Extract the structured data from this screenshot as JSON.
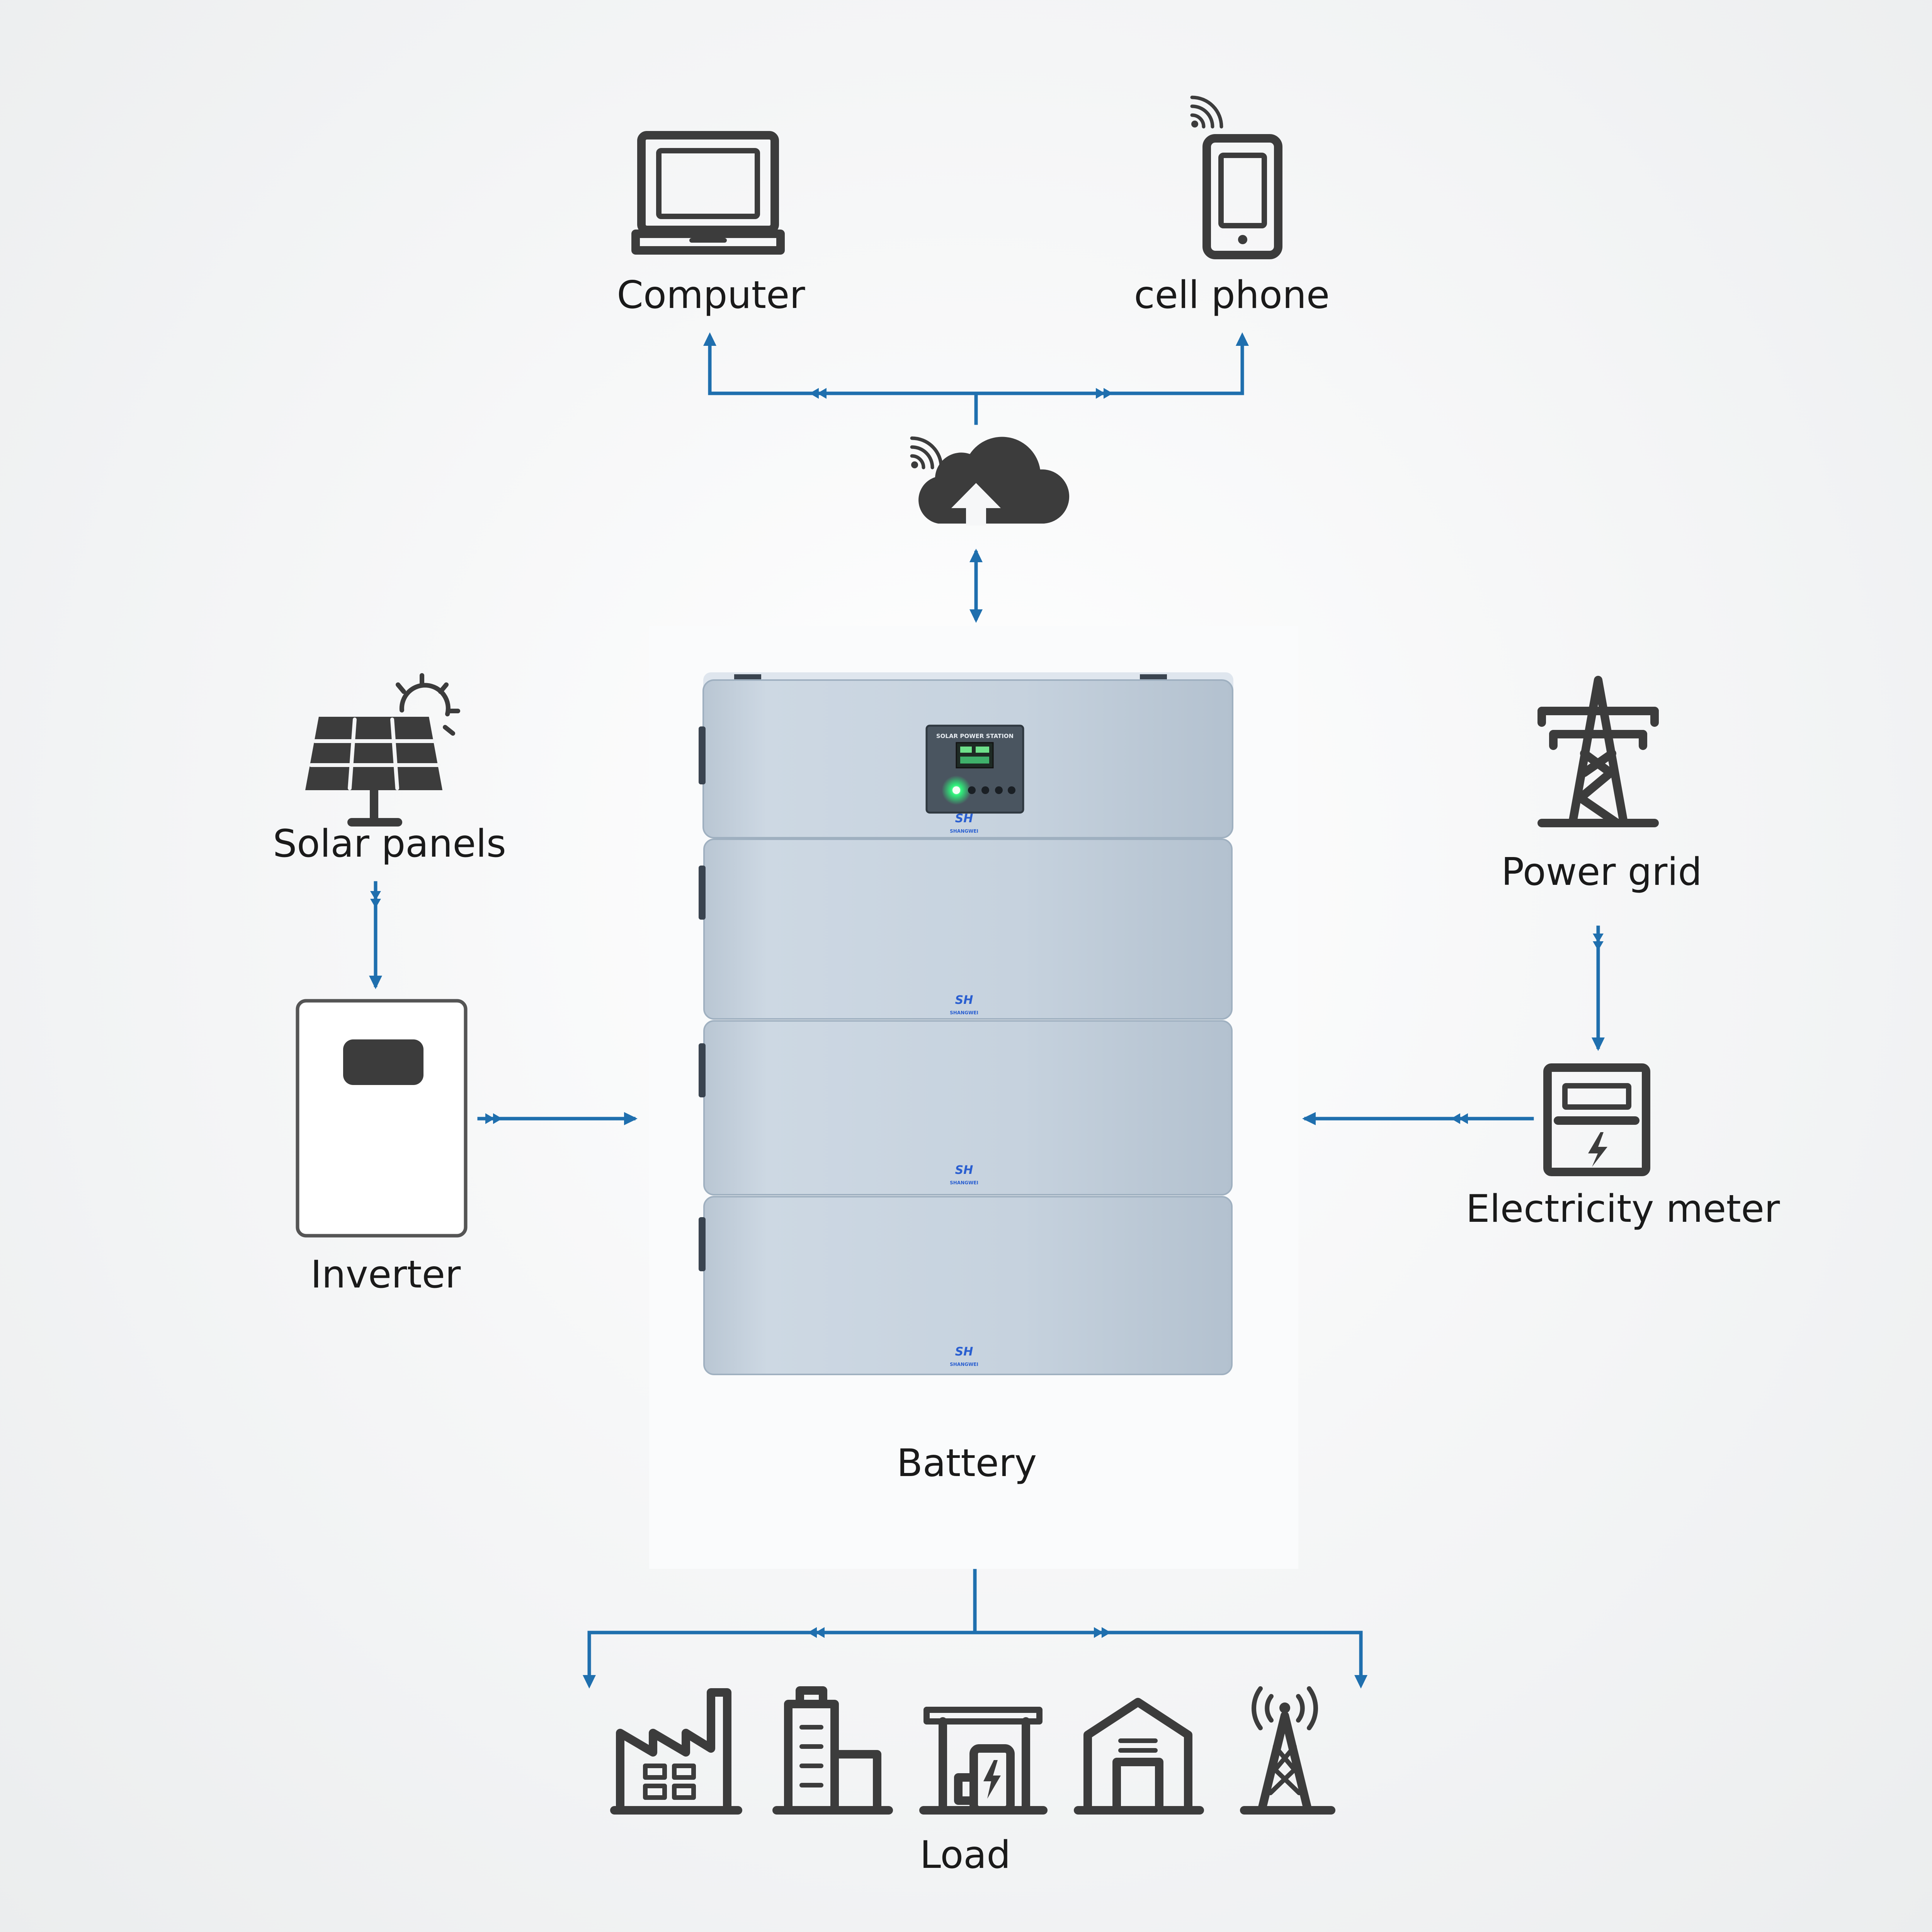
{
  "labels": {
    "computer": "Computer",
    "cell_phone": "cell phone",
    "solar_panels": "Solar panels",
    "inverter": "Inverter",
    "power_grid": "Power grid",
    "electricity_meter": "Electricity meter",
    "battery": "Battery",
    "load": "Load"
  },
  "battery_unit": {
    "panel_title": "SOLAR POWER STATION",
    "brand_mark": "SH",
    "brand_name": "SHANGWEI",
    "status_light": "on"
  },
  "icons": {
    "computer": "laptop-icon",
    "cell_phone": "smartphone-icon",
    "cloud": "cloud-upload-icon",
    "solar_panels": "solar-panel-icon",
    "inverter": "inverter-icon",
    "power_grid": "transmission-tower-icon",
    "electricity_meter": "electricity-meter-icon",
    "load": [
      "factory-icon",
      "office-building-icon",
      "charging-station-icon",
      "house-icon",
      "signal-tower-icon"
    ]
  },
  "colors": {
    "connector": "#1f6fae",
    "icon_stroke": "#3c3c3c",
    "battery_body": "#c8d4e0",
    "status_light": "#22e06a",
    "brand": "#2a5fd0"
  }
}
